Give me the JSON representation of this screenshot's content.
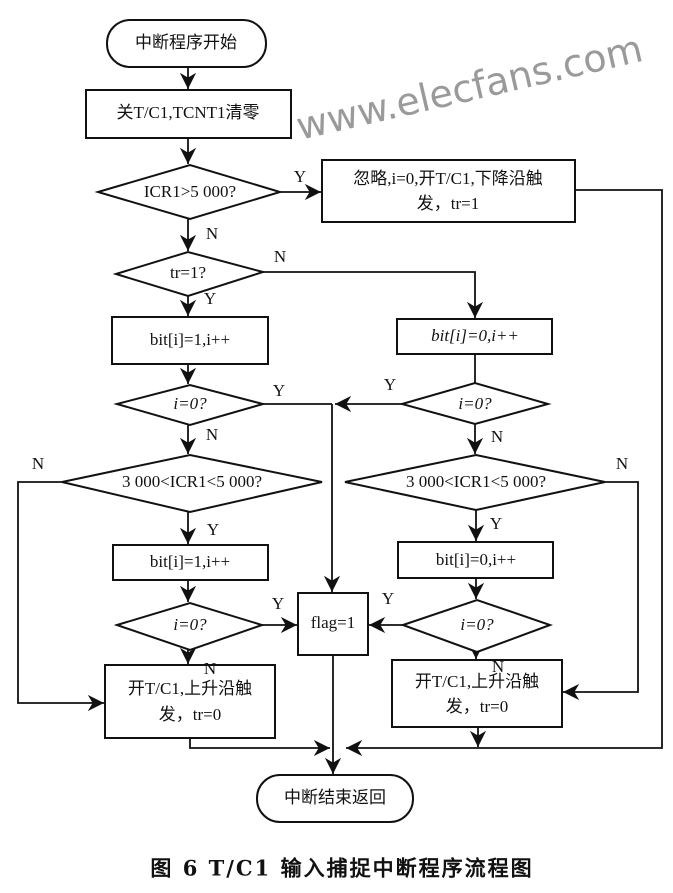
{
  "watermark": "www.elecfans.com",
  "nodes": {
    "start": "中断程序开始",
    "init": "关T/C1,TCNT1清零",
    "d_icr_gt": "ICR1>5 000?",
    "ignore_l1": "忽略,i=0,开T/C1,下降沿触",
    "ignore_l2": "发，tr=1",
    "d_tr": "tr=1?",
    "set1_a": "bit[i]=1,i++",
    "set0_a": "bit[i]=0,i++",
    "d_i0_l1": "i=0?",
    "d_i0_r1": "i=0?",
    "d_range_l": "3 000<ICR1<5 000?",
    "d_range_r": "3 000<ICR1<5 000?",
    "set1_b": "bit[i]=1,i++",
    "set0_b": "bit[i]=0,i++",
    "d_i0_l2": "i=0?",
    "d_i0_r2": "i=0?",
    "flag": "flag=1",
    "rise_l_l1": "开T/C1,上升沿触",
    "rise_l_l2": "发，tr=0",
    "rise_r_l1": "开T/C1,上升沿触",
    "rise_r_l2": "发，tr=0",
    "end": "中断结束返回"
  },
  "labels": {
    "yes": "Y",
    "no": "N"
  },
  "caption": "图 6   T/C1 输入捕捉中断程序流程图"
}
